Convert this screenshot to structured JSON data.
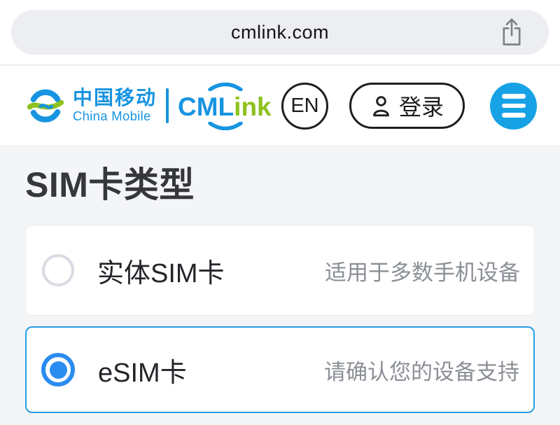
{
  "browser": {
    "url": "cmlink.com"
  },
  "header": {
    "logo": {
      "cn": "中国移动",
      "en": "China Mobile",
      "wordmark_blue": "CML",
      "wordmark_green": "ink",
      "blue": "#1794e0",
      "green": "#8dc21f"
    },
    "language_button": "EN",
    "login_button": "登录",
    "menu_color": "#17a2e6"
  },
  "main": {
    "title": "SIM卡类型",
    "accent": "#2b8cf0",
    "options": [
      {
        "label": "实体SIM卡",
        "note": "适用于多数手机设备",
        "selected": false
      },
      {
        "label": "eSIM卡",
        "note": "请确认您的设备支持",
        "selected": true
      }
    ]
  }
}
